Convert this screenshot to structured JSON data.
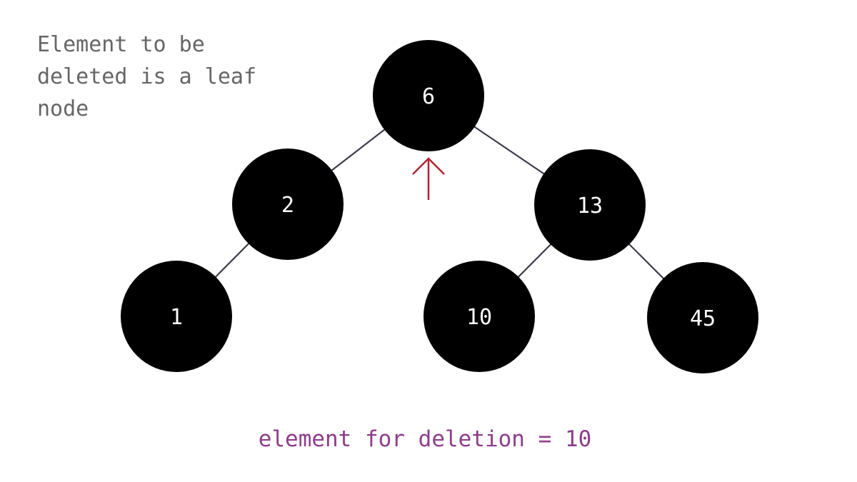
{
  "caption": "Element to be\ndeleted is a leaf\nnode",
  "footer": "element for deletion = 10",
  "colors": {
    "node": "#000000",
    "node_text": "#ffffff",
    "edge": "#3b3b4a",
    "caption": "#666666",
    "footer": "#8e3d8a",
    "pointer": "#b3232e"
  },
  "tree": {
    "nodes": [
      {
        "id": "n6",
        "label": "6"
      },
      {
        "id": "n2",
        "label": "2"
      },
      {
        "id": "n13",
        "label": "13"
      },
      {
        "id": "n1",
        "label": "1"
      },
      {
        "id": "n10",
        "label": "10"
      },
      {
        "id": "n45",
        "label": "45"
      }
    ],
    "edges": [
      {
        "from": "n6",
        "to": "n2"
      },
      {
        "from": "n6",
        "to": "n13"
      },
      {
        "from": "n2",
        "to": "n1"
      },
      {
        "from": "n13",
        "to": "n10"
      },
      {
        "from": "n13",
        "to": "n45"
      }
    ],
    "pointer_target": "n6"
  }
}
